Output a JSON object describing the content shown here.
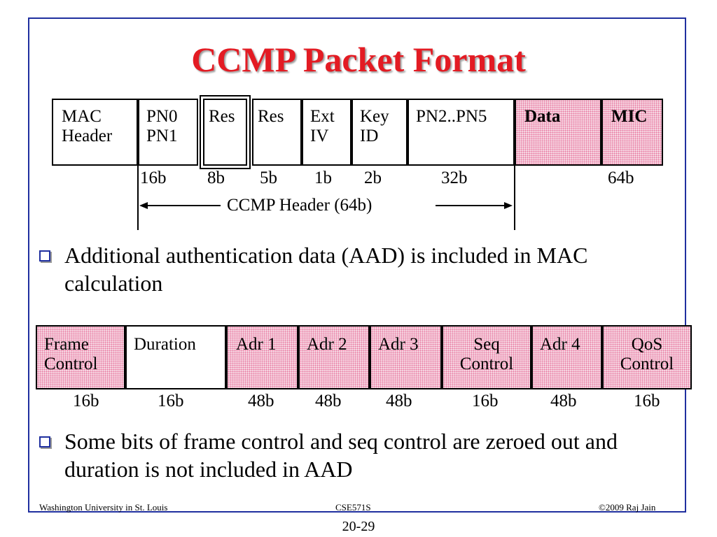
{
  "title": "CCMP Packet Format",
  "ccmp_packet": {
    "fields": [
      {
        "label": "MAC\nHeader"
      },
      {
        "label": "PN0\nPN1"
      },
      {
        "label": "Res"
      },
      {
        "label": "Res"
      },
      {
        "label": "Ext\nIV"
      },
      {
        "label": "Key\nID"
      },
      {
        "label": "PN2..PN5"
      },
      {
        "label": "Data"
      },
      {
        "label": "MIC"
      }
    ],
    "sizes": [
      "16b",
      "8b",
      "5b",
      "1b",
      "2b",
      "32b",
      "64b"
    ],
    "header_span_label": "CCMP Header (64b)"
  },
  "bullets": [
    "Additional authentication data (AAD) is included in MAC calculation",
    "Some bits of frame control and seq control are zeroed out and duration is not included in AAD"
  ],
  "aad": {
    "fields": [
      {
        "label": "Frame\nControl"
      },
      {
        "label": "Duration"
      },
      {
        "label": "Adr 1"
      },
      {
        "label": "Adr 2"
      },
      {
        "label": "Adr 3"
      },
      {
        "label": "Seq\nControl"
      },
      {
        "label": "Adr 4"
      },
      {
        "label": "QoS\nControl"
      }
    ],
    "sizes": [
      "16b",
      "16b",
      "48b",
      "48b",
      "48b",
      "16b",
      "48b",
      "16b"
    ]
  },
  "footer": {
    "left": "Washington University in St. Louis",
    "center": "CSE571S",
    "right": "©2009 Raj Jain"
  },
  "page_number": "20-29",
  "colors": {
    "title": "#e31b23",
    "frame": "#1f2f9f",
    "highlight": "#e8789f"
  }
}
